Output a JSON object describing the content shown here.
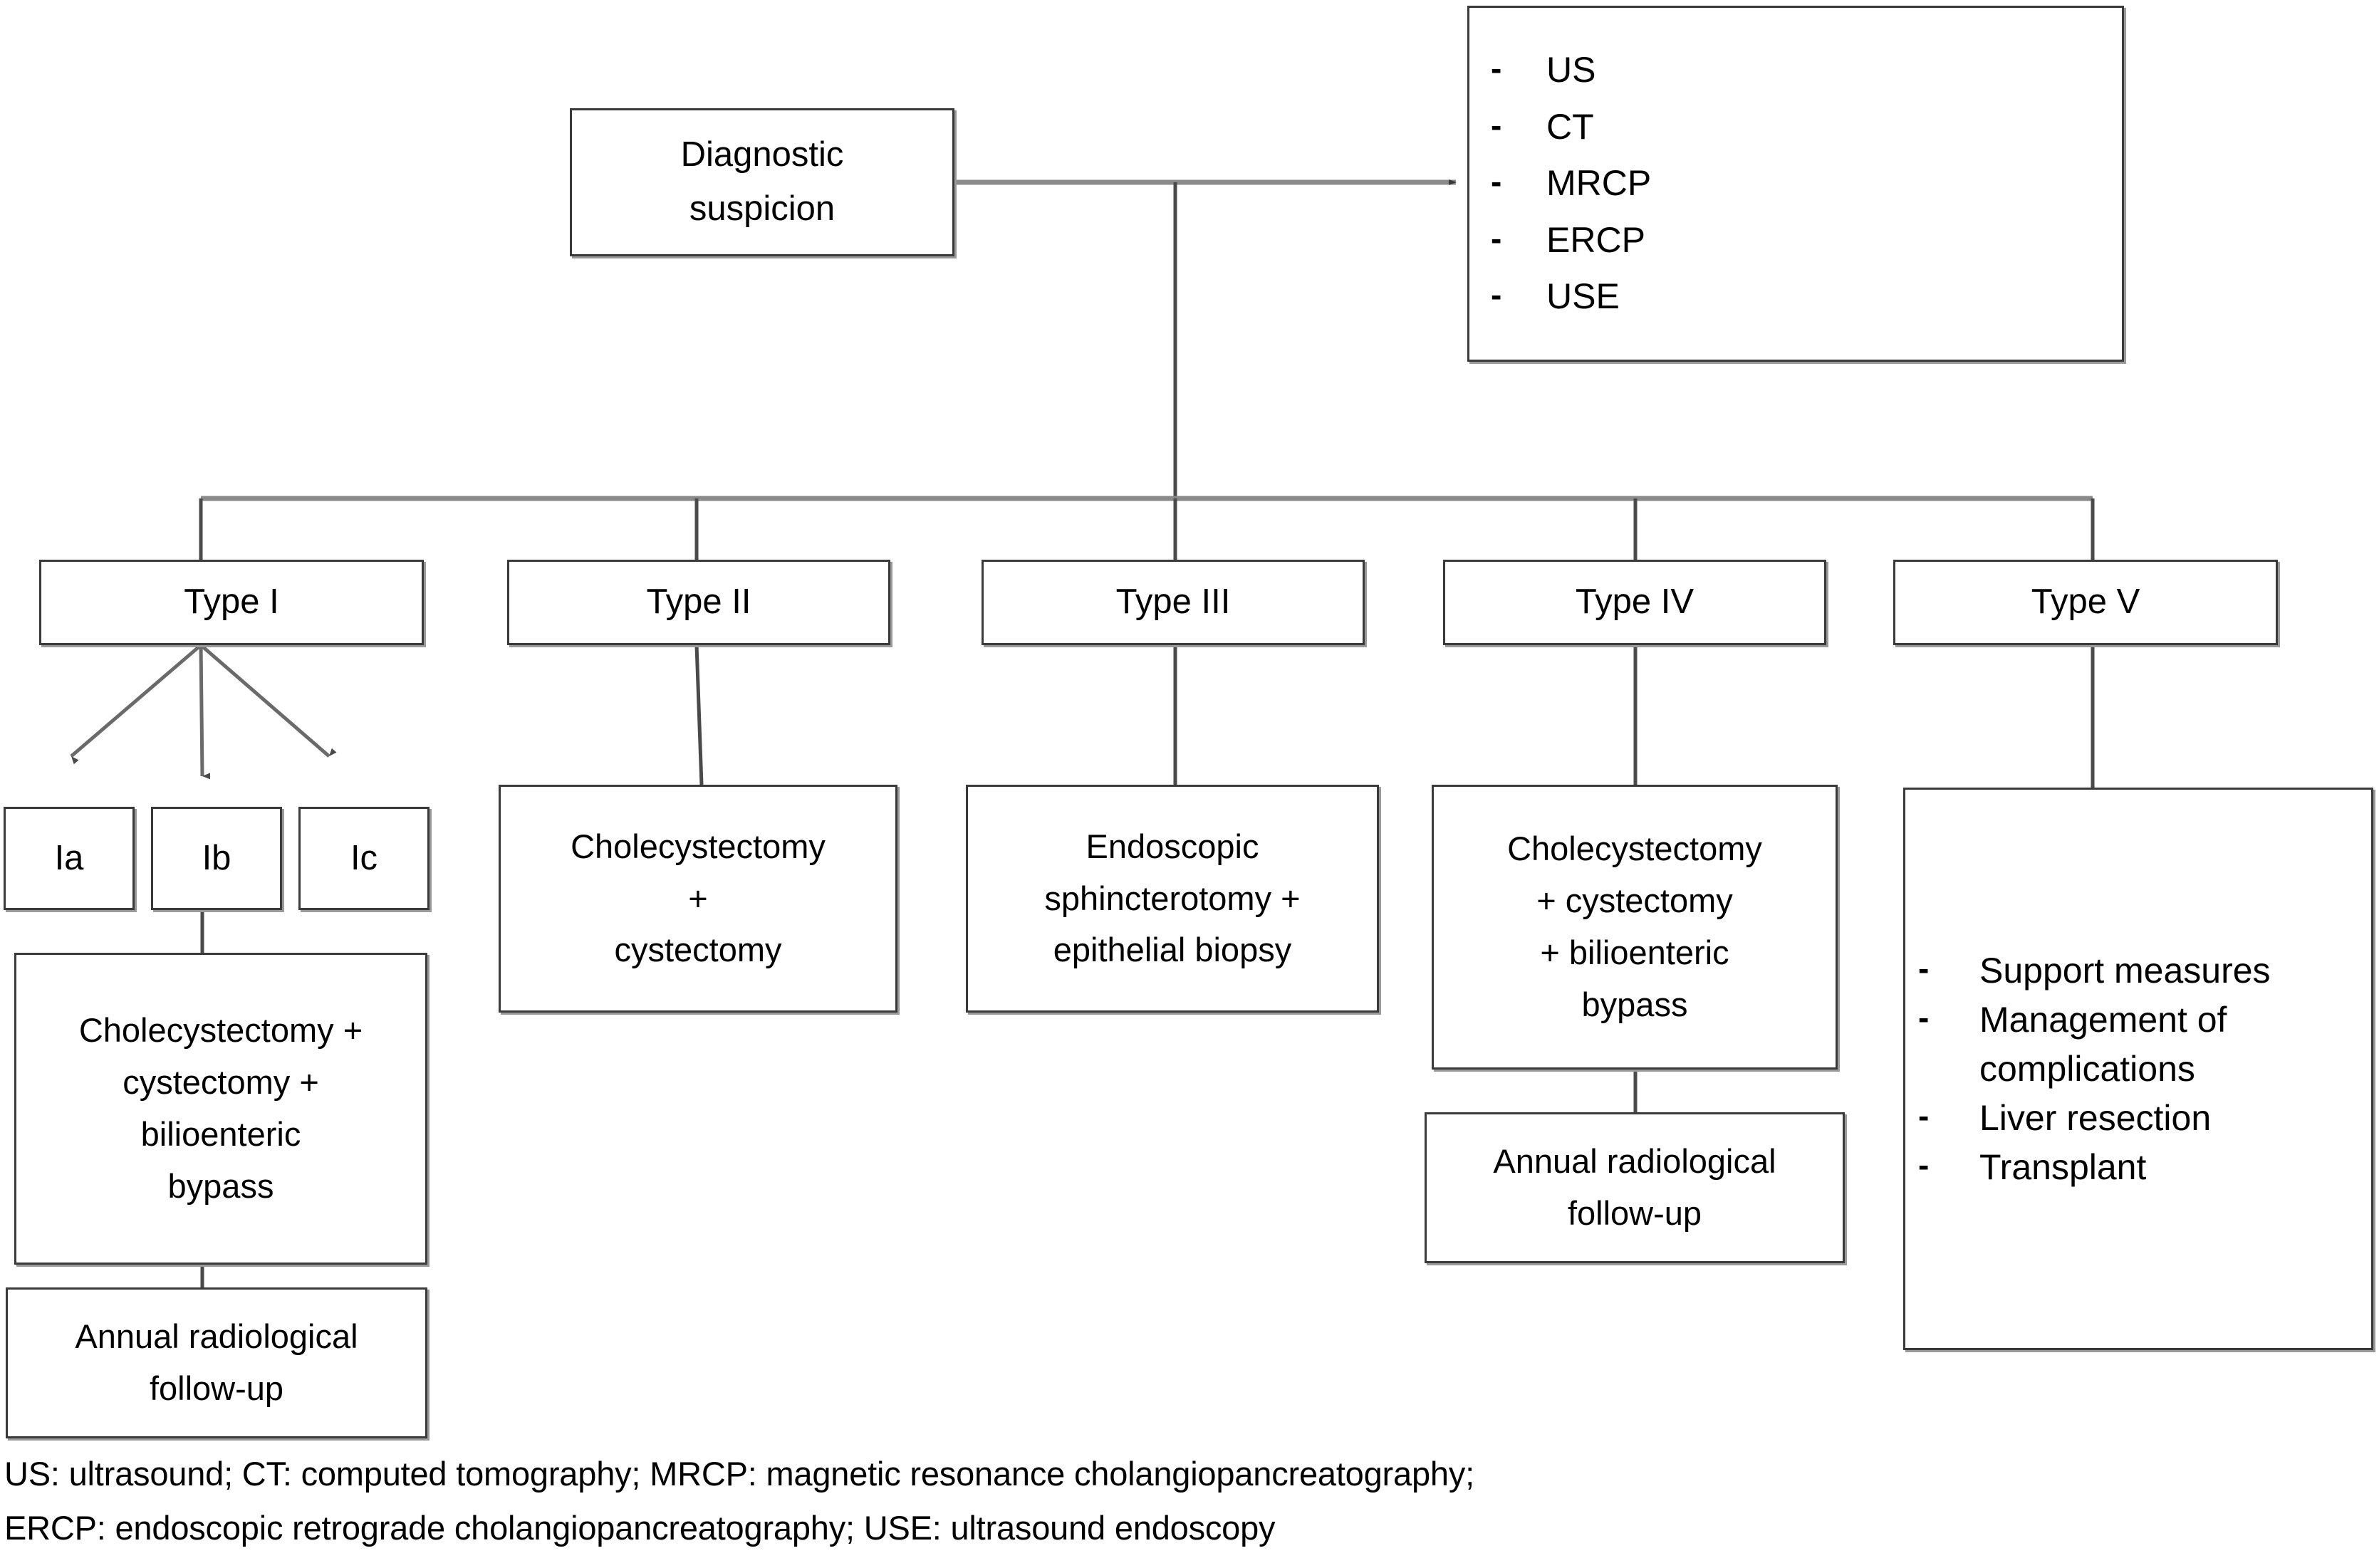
{
  "diagram": {
    "title_node": {
      "lines": [
        "Diagnostic",
        "suspicion"
      ]
    },
    "modalities_box": {
      "items": [
        "US",
        "CT",
        "MRCP",
        "ERCP",
        "USE"
      ],
      "bullet_glyph": "-"
    },
    "types": [
      {
        "label": "Type I"
      },
      {
        "label": "Type II"
      },
      {
        "label": "Type III"
      },
      {
        "label": "Type IV"
      },
      {
        "label": "Type V"
      }
    ],
    "type1_subtypes": [
      {
        "label": "Ia"
      },
      {
        "label": "Ib"
      },
      {
        "label": "Ic"
      }
    ],
    "type1_treatment": {
      "lines": [
        "Cholecystectomy +",
        "cystectomy +",
        "bilioenteric",
        "bypass"
      ]
    },
    "type1_followup": {
      "lines": [
        "Annual radiological",
        "follow-up"
      ]
    },
    "type2_treatment": {
      "lines": [
        "Cholecystectomy",
        "+",
        "cystectomy"
      ]
    },
    "type3_treatment": {
      "lines": [
        "Endoscopic",
        "sphincterotomy +",
        "epithelial biopsy"
      ]
    },
    "type4_treatment": {
      "lines": [
        "Cholecystectomy",
        "+ cystectomy",
        "+ bilioenteric",
        "bypass"
      ]
    },
    "type4_followup": {
      "lines": [
        "Annual radiological",
        "follow-up"
      ]
    },
    "type5_treatment": {
      "items": [
        "Support measures",
        "Management of complications",
        "Liver resection",
        "Transplant"
      ],
      "bullet_glyph": "-"
    },
    "footnotes": [
      "US: ultrasound; CT: computed tomography; MRCP: magnetic resonance cholangiopancreatography;",
      "ERCP: endoscopic retrograde cholangiopancreatography; USE: ultrasound endoscopy"
    ],
    "colors": {
      "box_border": "#3a3a3a",
      "box_shadow": "#9a9a9a",
      "connector": "#4a4a4a",
      "background": "#ffffff",
      "text": "#000000"
    }
  }
}
